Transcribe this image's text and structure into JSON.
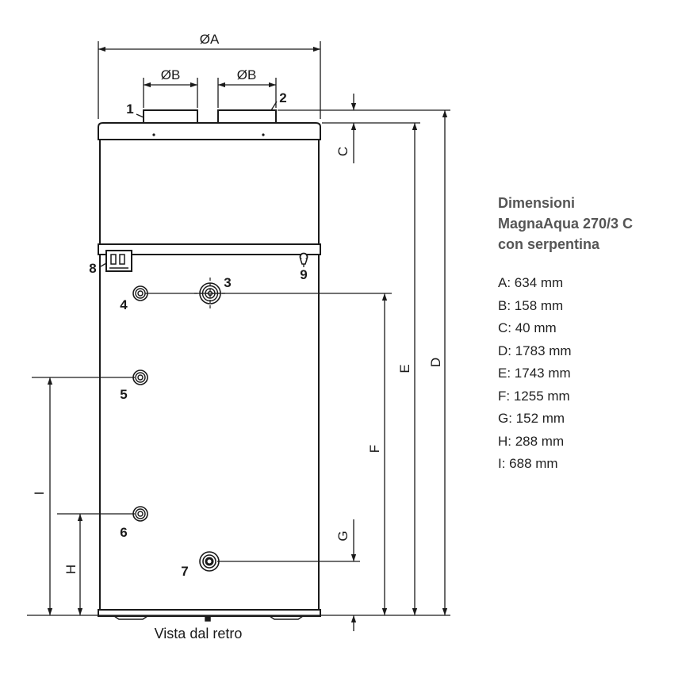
{
  "caption": "Vista dal retro",
  "panel": {
    "title_lines": [
      "Dimensioni",
      "MagnaAqua 270/3 C",
      "con serpentina"
    ],
    "dimensions": [
      "A: 634 mm",
      "B: 158 mm",
      "C: 40 mm",
      "D: 1783 mm",
      "E: 1743 mm",
      "F: 1255 mm",
      "G: 152 mm",
      "H: 288 mm",
      "I: 688 mm"
    ]
  },
  "dimension_labels": {
    "a": "ØA",
    "b1": "ØB",
    "b2": "ØB",
    "c": "C",
    "d": "D",
    "e": "E",
    "f": "F",
    "g": "G",
    "h": "H",
    "i": "I"
  },
  "callouts": {
    "n1": "1",
    "n2": "2",
    "n3": "3",
    "n4": "4",
    "n5": "5",
    "n6": "6",
    "n7": "7",
    "n8": "8",
    "n9": "9"
  }
}
